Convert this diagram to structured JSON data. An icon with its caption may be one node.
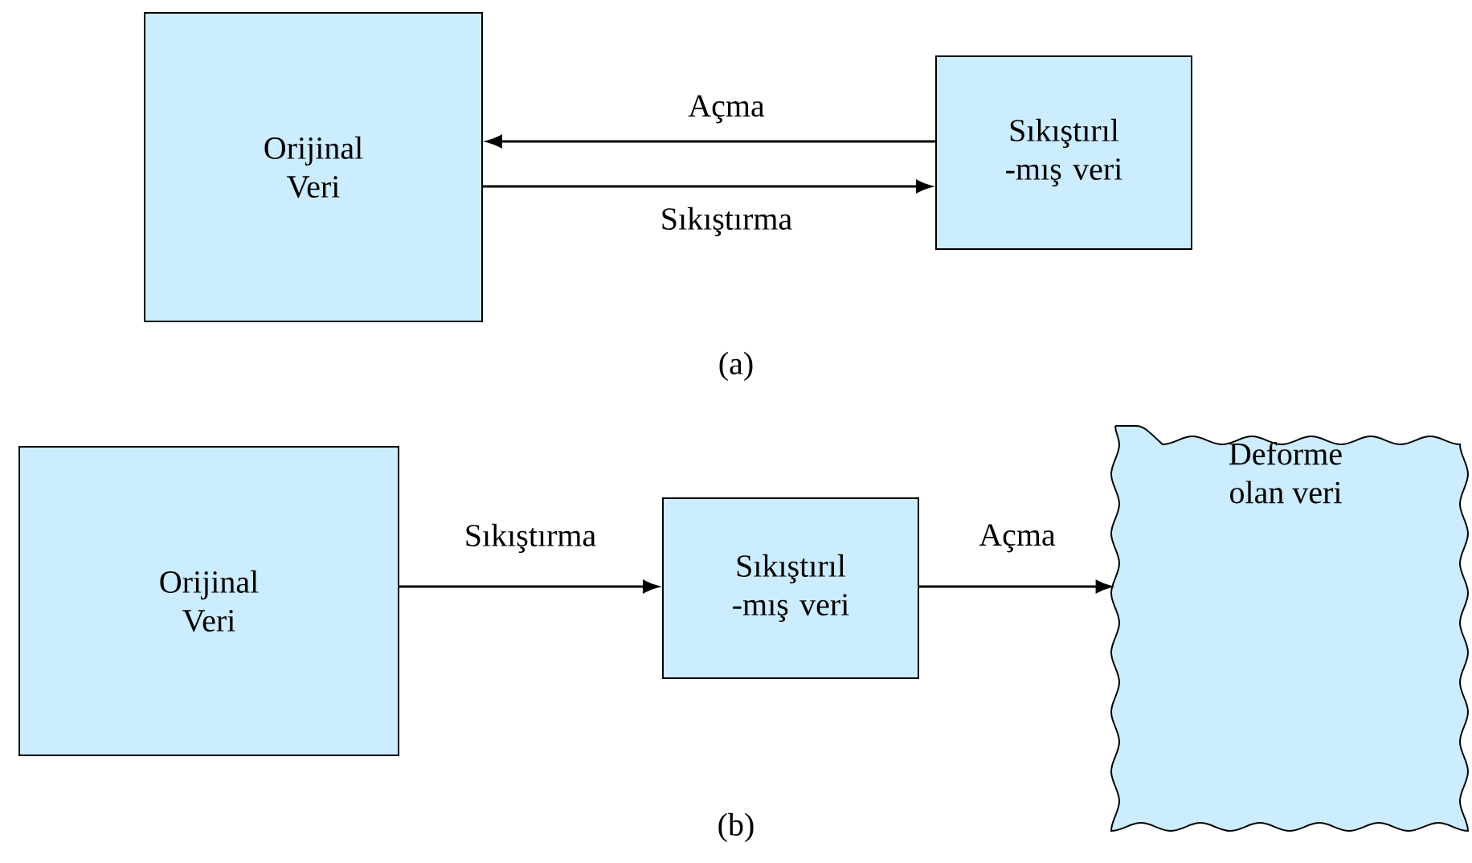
{
  "diagram": {
    "nodes": [
      {
        "text": [
          "Orijinal Veri"
        ]
      },
      {
        "text": [
          "Sıkıştırıl -mış veri"
        ]
      },
      {
        "text": [
          "Orijinal Veri"
        ]
      },
      {
        "text": [
          "Sıkıştırıl -mış veri"
        ]
      },
      {
        "text": [
          "Deforme olan veri"
        ]
      }
    ],
    "edges": [
      {
        "from": 1,
        "to": 0,
        "arrow": "to",
        "label": "Açma"
      },
      {
        "from": 0,
        "to": 1,
        "arrow": "to",
        "label": "Sıkıştırma"
      },
      {
        "from": 2,
        "to": 3,
        "arrow": "to",
        "label": "Sıkıştırma"
      },
      {
        "from": 3,
        "to": 4,
        "arrow": "to",
        "label": "Açma"
      }
    ],
    "labels": [
      "(a)",
      "(b)"
    ]
  }
}
